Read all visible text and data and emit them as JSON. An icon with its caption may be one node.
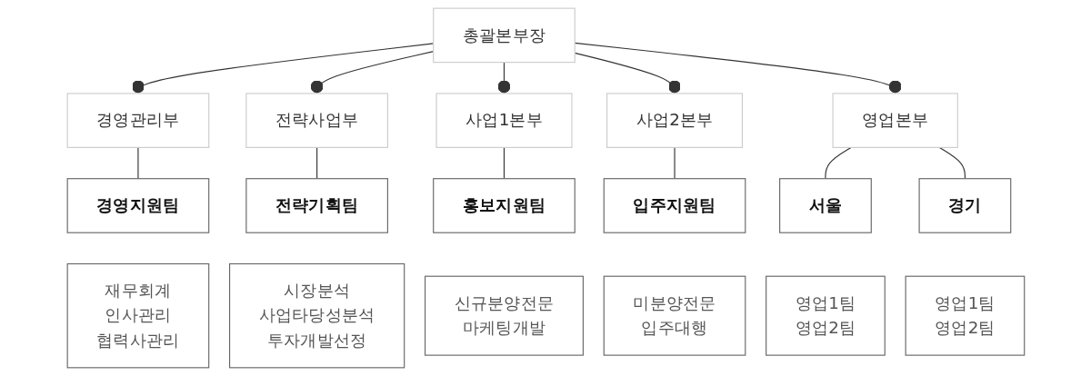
{
  "diagram": {
    "nodes": [
      {
        "text": [
          "총괄본부장"
        ]
      },
      {
        "text": [
          "경영관리부"
        ]
      },
      {
        "text": [
          "전략사업부"
        ]
      },
      {
        "text": [
          "사업1본부"
        ]
      },
      {
        "text": [
          "사업2본부"
        ]
      },
      {
        "text": [
          "영업본부"
        ]
      },
      {
        "text": [
          "경영지원팀"
        ]
      },
      {
        "text": [
          "재무회계",
          "인사관리",
          "협력사관리"
        ]
      },
      {
        "text": [
          "전략기획팀"
        ]
      },
      {
        "text": [
          "시장분석",
          "사업타당성분석",
          "투자개발선정"
        ]
      },
      {
        "text": [
          "홍보지원팀"
        ]
      },
      {
        "text": [
          "신규분양전문",
          "마케팅개발"
        ]
      },
      {
        "text": [
          "입주지원팀"
        ]
      },
      {
        "text": [
          "미분양전문",
          "입주대행"
        ]
      },
      {
        "text": [
          "서울"
        ]
      },
      {
        "text": [
          "경기"
        ]
      },
      {
        "text": [
          "영업1팀",
          "영업2팀"
        ]
      },
      {
        "text": [
          "영업1팀",
          "영업2팀"
        ]
      }
    ],
    "edges": [
      {
        "from": 0,
        "to": 1,
        "arrow": "other"
      },
      {
        "from": 0,
        "to": 2,
        "arrow": "other"
      },
      {
        "from": 0,
        "to": 3,
        "arrow": "other"
      },
      {
        "from": 0,
        "to": 4,
        "arrow": "other"
      },
      {
        "from": 0,
        "to": 5,
        "arrow": "other"
      },
      {
        "from": 1,
        "to": 6,
        "arrow": "none"
      },
      {
        "from": 2,
        "to": 8,
        "arrow": "none"
      },
      {
        "from": 3,
        "to": 10,
        "arrow": "none"
      },
      {
        "from": 4,
        "to": 12,
        "arrow": "none"
      },
      {
        "from": 5,
        "to": 14,
        "arrow": "none"
      },
      {
        "from": 5,
        "to": 15,
        "arrow": "none"
      }
    ]
  }
}
